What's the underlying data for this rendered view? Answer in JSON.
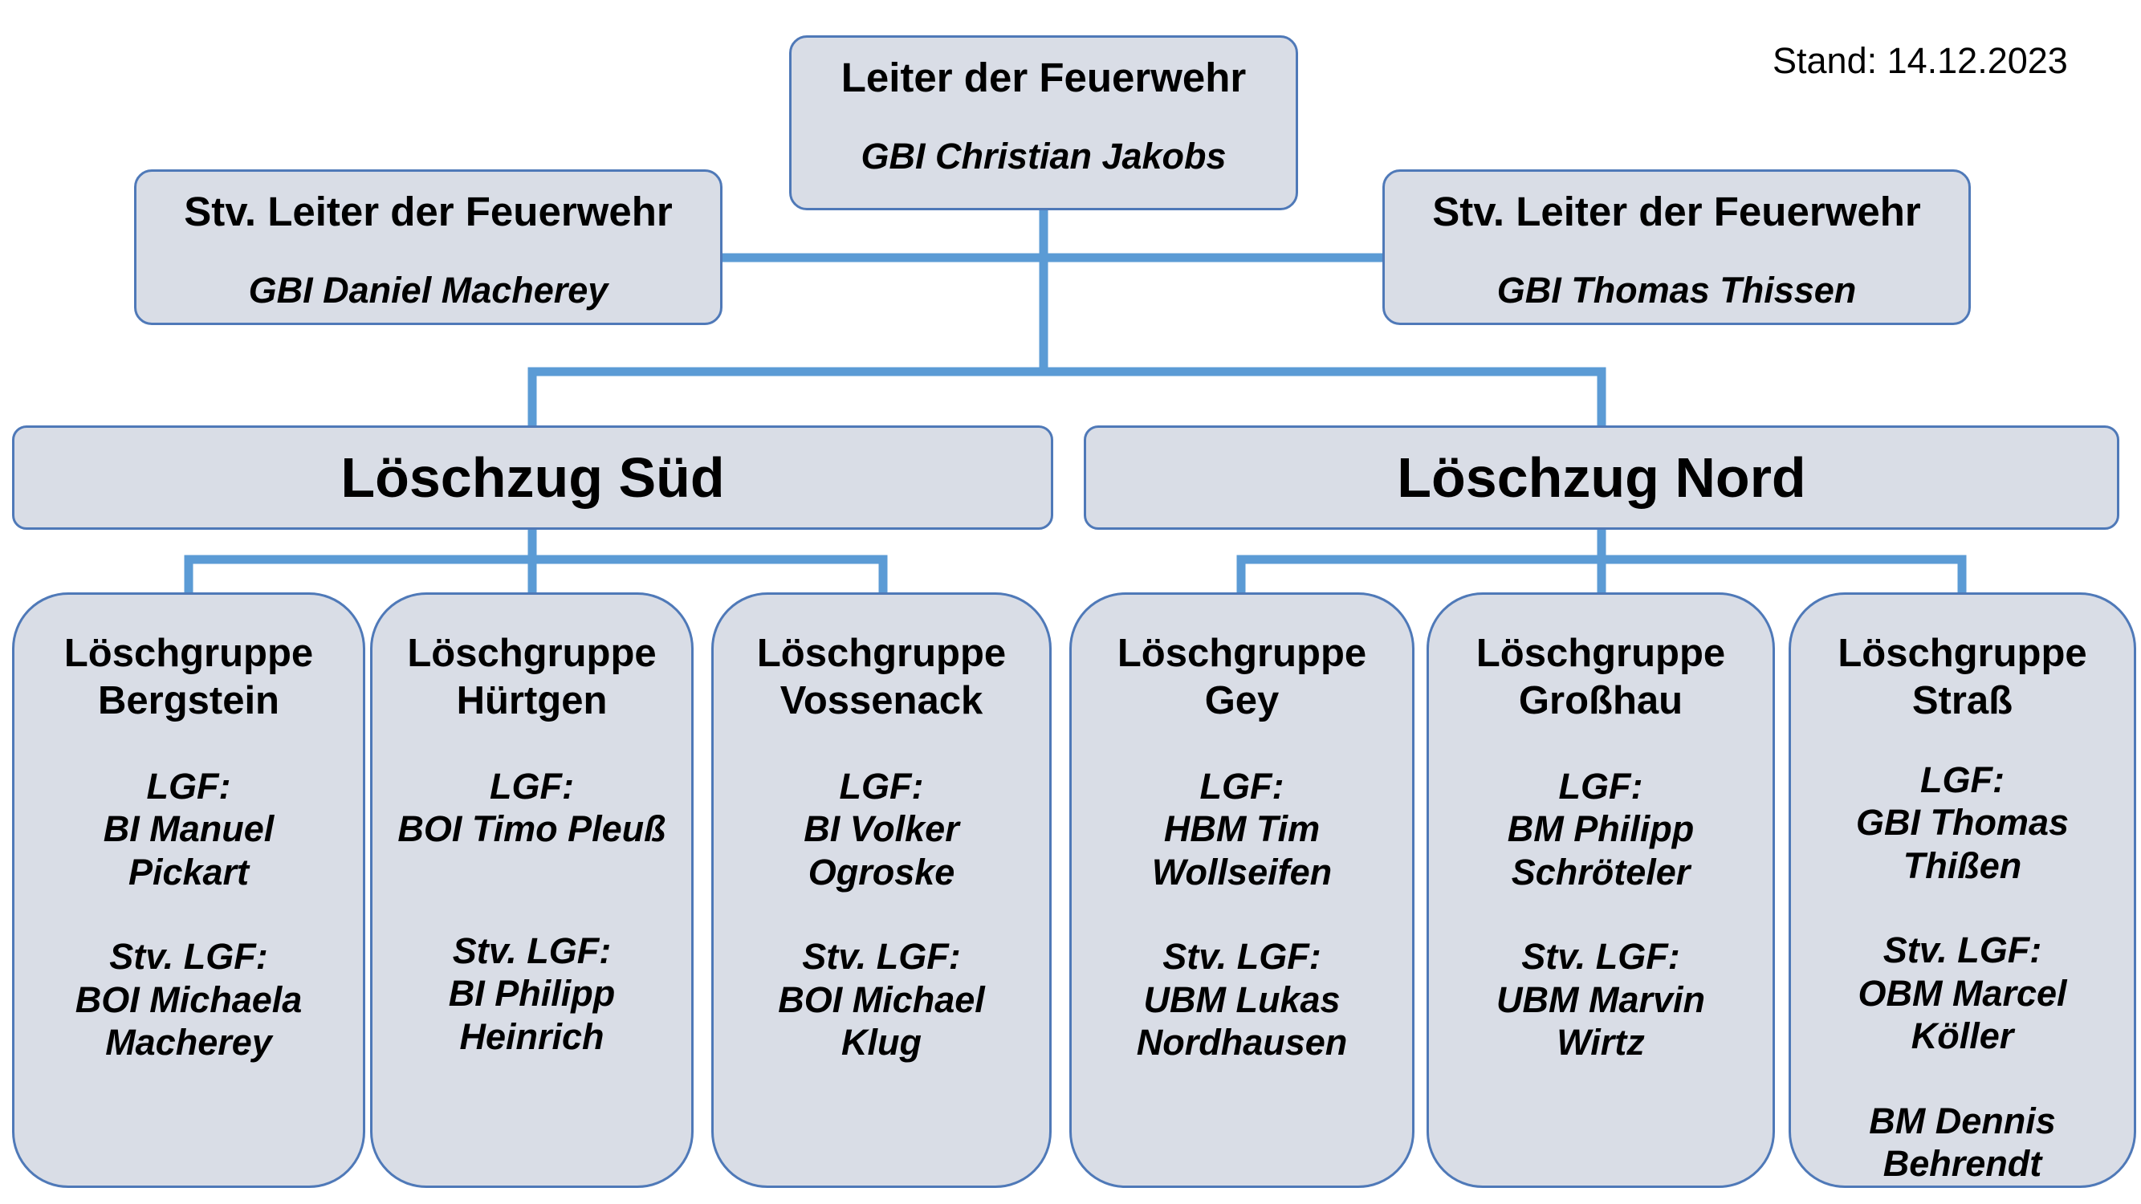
{
  "stand": "Stand: 14.12.2023",
  "leiter": {
    "title": "Leiter der Feuerwehr",
    "person": "GBI Christian Jakobs"
  },
  "stv_left": {
    "title": "Stv. Leiter der Feuerwehr",
    "person": "GBI Daniel Macherey"
  },
  "stv_right": {
    "title": "Stv. Leiter der Feuerwehr",
    "person": "GBI Thomas Thissen"
  },
  "zug_sued": {
    "title": "Löschzug Süd"
  },
  "zug_nord": {
    "title": "Löschzug Nord"
  },
  "groups": [
    {
      "title": "Löschgruppe\nBergstein",
      "lgf": "LGF:\nBI Manuel\nPickart",
      "stv": "Stv. LGF:\nBOI Michaela\nMacherey"
    },
    {
      "title": "Löschgruppe\nHürtgen",
      "lgf": "LGF:\nBOI Timo Pleuß",
      "stv": "Stv.  LGF:\nBI Philipp\nHeinrich"
    },
    {
      "title": "Löschgruppe\nVossenack",
      "lgf": "LGF:\nBI Volker\nOgroske",
      "stv": "Stv. LGF:\nBOI Michael\nKlug"
    },
    {
      "title": "Löschgruppe\nGey",
      "lgf": "LGF:\nHBM Tim\nWollseifen",
      "stv": "Stv. LGF:\nUBM Lukas\nNordhausen"
    },
    {
      "title": "Löschgruppe\nGroßhau",
      "lgf": "LGF:\nBM Philipp\nSchröteler",
      "stv": "Stv. LGF:\nUBM Marvin\nWirtz"
    },
    {
      "title": "Löschgruppe\nStraß",
      "lgf": "LGF:\nGBI Thomas\nThißen",
      "stv": "Stv. LGF:\nOBM Marcel\nKöller",
      "extra": "BM Dennis\nBehrendt"
    }
  ]
}
